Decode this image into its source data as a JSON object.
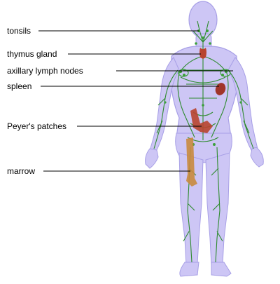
{
  "figure": {
    "labels": [
      {
        "id": "tonsils",
        "text": "tonsils"
      },
      {
        "id": "thymus",
        "text": "thymus gland"
      },
      {
        "id": "axillary",
        "text": "axillary lymph nodes"
      },
      {
        "id": "spleen",
        "text": "spleen"
      },
      {
        "id": "peyers",
        "text": "Peyer's patches"
      },
      {
        "id": "marrow",
        "text": "marrow"
      }
    ]
  },
  "colors": {
    "body_fill": "#cdc6f5",
    "body_stroke": "#a79fe6",
    "lymph_vessel": "#2e8b2e",
    "node": "#3aa03a",
    "organ": "#b8442f",
    "bone": "#c98a3e",
    "leader_line": "#000000"
  }
}
